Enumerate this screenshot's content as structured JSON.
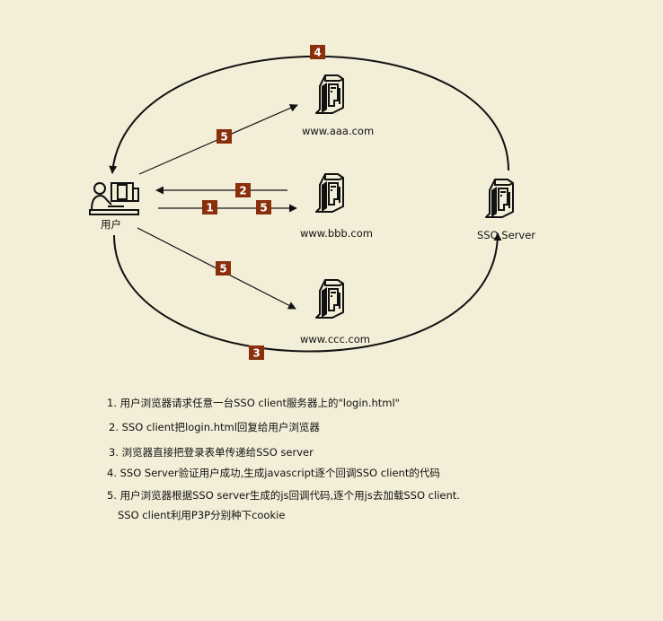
{
  "nodes": {
    "user": "用户",
    "aaa": "www.aaa.com",
    "bbb": "www.bbb.com",
    "ccc": "www.ccc.com",
    "sso": "SSO Server"
  },
  "badges": {
    "top": "4",
    "to_aaa": "5",
    "return_bbb": "2",
    "req_bbb_1": "1",
    "req_bbb_5": "5",
    "to_ccc": "5",
    "bottom": "3"
  },
  "steps": [
    "1. 用户浏览器请求任意一台SSO client服务器上的\"login.html\"",
    "2. SSO client把login.html回复给用户浏览器",
    "3. 浏览器直接把登录表单传递给SSO server",
    "4. SSO Server验证用户成功,生成javascript逐个回调SSO client的代码",
    "5. 用户浏览器根据SSO server生成的js回调代码,逐个用js去加载SSO client.",
    "SSO client利用P3P分别种下cookie"
  ],
  "colors": {
    "background": "#f3eed7",
    "badge": "#8a2f0b",
    "line": "#111111"
  }
}
